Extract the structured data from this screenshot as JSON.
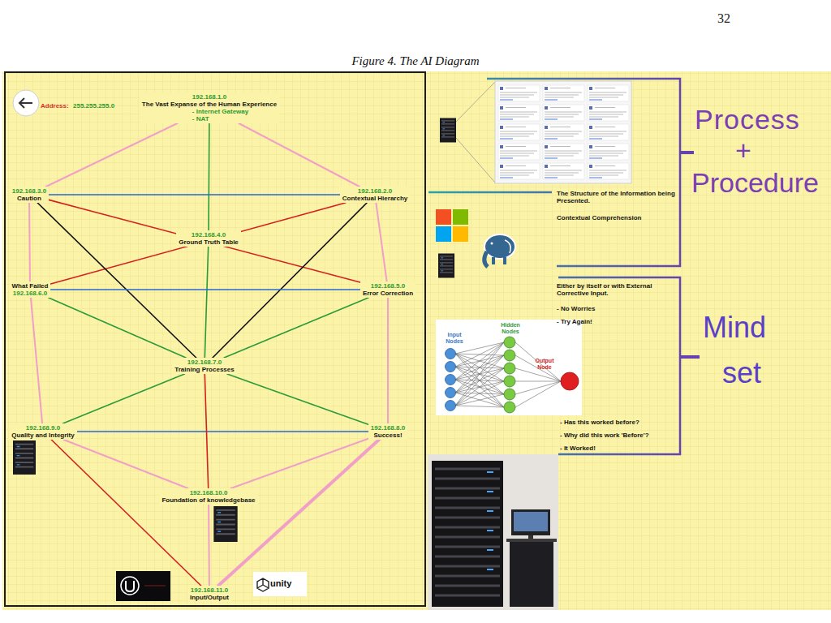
{
  "diagram": {
    "caption": "Figure 4. The AI Diagram",
    "nodes": [
      {
        "text": [
          "Address:",
          "255.255.255.0"
        ]
      },
      {
        "text": [
          "192.168.1.0",
          "The Vast Expanse of the Human Experience",
          "- Internet Gateway",
          "- NAT"
        ],
        "in": 0
      },
      {
        "text": [
          "192.168.3.0",
          "Caution"
        ],
        "in": 0
      },
      {
        "text": [
          "192.168.2.0",
          "Contextual Hierarchy"
        ],
        "in": 0
      },
      {
        "text": [
          "192.168.4.0",
          "Ground Truth Table"
        ],
        "in": 0
      },
      {
        "text": [
          "What Failed",
          "192.168.6.0"
        ],
        "in": 0
      },
      {
        "text": [
          "192.168.5.0",
          "Error Correction"
        ],
        "in": 0
      },
      {
        "text": [
          "192.168.7.0",
          "Training Processes"
        ],
        "in": 0
      },
      {
        "text": [
          "192.168.9.0",
          "Quality and Integrity"
        ],
        "in": 0
      },
      {
        "text": [
          "192.168.8.0",
          "Success!"
        ],
        "in": 0
      },
      {
        "text": [
          "192.168.10.0",
          "Foundation of knowledgebase"
        ],
        "in": 0
      },
      {
        "text": [
          "192.168.11.0",
          "Input/Output"
        ],
        "in": 0
      }
    ],
    "edges": [
      {
        "from": 1,
        "to": 2,
        "arrow": "none"
      },
      {
        "from": 1,
        "to": 3,
        "arrow": "none"
      },
      {
        "from": 1,
        "to": 4,
        "arrow": "none"
      },
      {
        "from": 2,
        "to": 3,
        "arrow": "none"
      },
      {
        "from": 2,
        "to": 6,
        "arrow": "none"
      },
      {
        "from": 3,
        "to": 5,
        "arrow": "none"
      },
      {
        "from": 2,
        "to": 7,
        "arrow": "none"
      },
      {
        "from": 3,
        "to": 7,
        "arrow": "none"
      },
      {
        "from": 4,
        "to": 7,
        "arrow": "none"
      },
      {
        "from": 2,
        "to": 5,
        "arrow": "none"
      },
      {
        "from": 3,
        "to": 6,
        "arrow": "none"
      },
      {
        "from": 5,
        "to": 6,
        "arrow": "none"
      },
      {
        "from": 5,
        "to": 7,
        "arrow": "none"
      },
      {
        "from": 6,
        "to": 7,
        "arrow": "none"
      },
      {
        "from": 5,
        "to": 8,
        "arrow": "none"
      },
      {
        "from": 6,
        "to": 9,
        "arrow": "none"
      },
      {
        "from": 8,
        "to": 7,
        "arrow": "none"
      },
      {
        "from": 9,
        "to": 7,
        "arrow": "none"
      },
      {
        "from": 8,
        "to": 9,
        "arrow": "none"
      },
      {
        "from": 7,
        "to": 10,
        "arrow": "none"
      },
      {
        "from": 8,
        "to": 10,
        "arrow": "none"
      },
      {
        "from": 9,
        "to": 10,
        "arrow": "none"
      },
      {
        "from": 10,
        "to": 11,
        "arrow": "none"
      },
      {
        "from": 8,
        "to": 11,
        "arrow": "none"
      },
      {
        "from": 9,
        "to": 11,
        "arrow": "none"
      }
    ],
    "labels": [
      "32",
      "Process",
      "+",
      "Procedure",
      "The Structure of the Information being Presented.",
      "Contextual Comprehension",
      "Either by itself or with External Corrective Input.",
      "- No Worries",
      "- Try Again!",
      "Input Nodes",
      "Hidden Nodes",
      "Output Node",
      "Mind",
      "set",
      "- Has this worked before?",
      "- Why did this work 'Before'?",
      "- It Worked!",
      "unity"
    ]
  }
}
